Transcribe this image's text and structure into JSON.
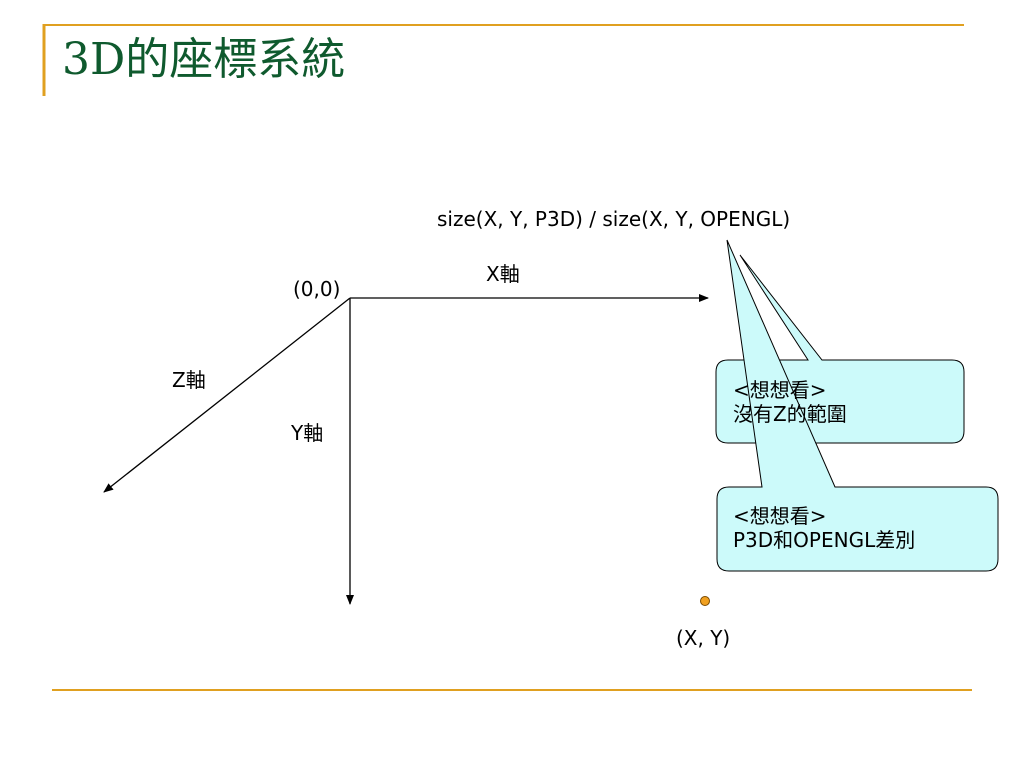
{
  "slide": {
    "title": "3D的座標系統",
    "title_color": "#0f5a2e",
    "rule_color": "#e0a020"
  },
  "diagram": {
    "size_label": "size(X, Y, P3D) / size(X, Y, OPENGL)",
    "origin_label": "(0,0)",
    "x_axis_label": "X軸",
    "y_axis_label": "Y軸",
    "z_axis_label": "Z軸",
    "point_label": "(X, Y)",
    "point_color": "#f0a020"
  },
  "callouts": [
    {
      "line1": "<想想看>",
      "line2": "沒有Z的範圍",
      "fill": "#ccfafa"
    },
    {
      "line1": "<想想看>",
      "line2": "P3D和OPENGL差別",
      "fill": "#ccfafa"
    }
  ]
}
